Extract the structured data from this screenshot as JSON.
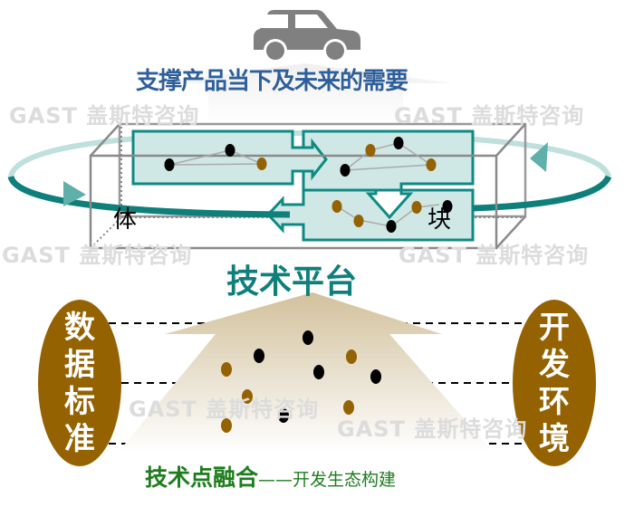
{
  "watermark": "GAST 盖斯特咨询",
  "header": {
    "title": "支撑产品当下及未来的需要",
    "icon": "car-icon"
  },
  "box": {
    "left_label": "体",
    "right_label": "块"
  },
  "platform_title": "技术平台",
  "left_pillar": [
    "数",
    "据",
    "标",
    "准"
  ],
  "right_pillar": [
    "开",
    "发",
    "环",
    "境"
  ],
  "footer": {
    "bold": "技术点融合",
    "rest": "——开发生态构建"
  },
  "colors": {
    "teal": "#0e7f7a",
    "blue": "#2e5f9a",
    "brown": "#946200",
    "green": "#1e7d1e",
    "panel": "#cfe8e6"
  }
}
